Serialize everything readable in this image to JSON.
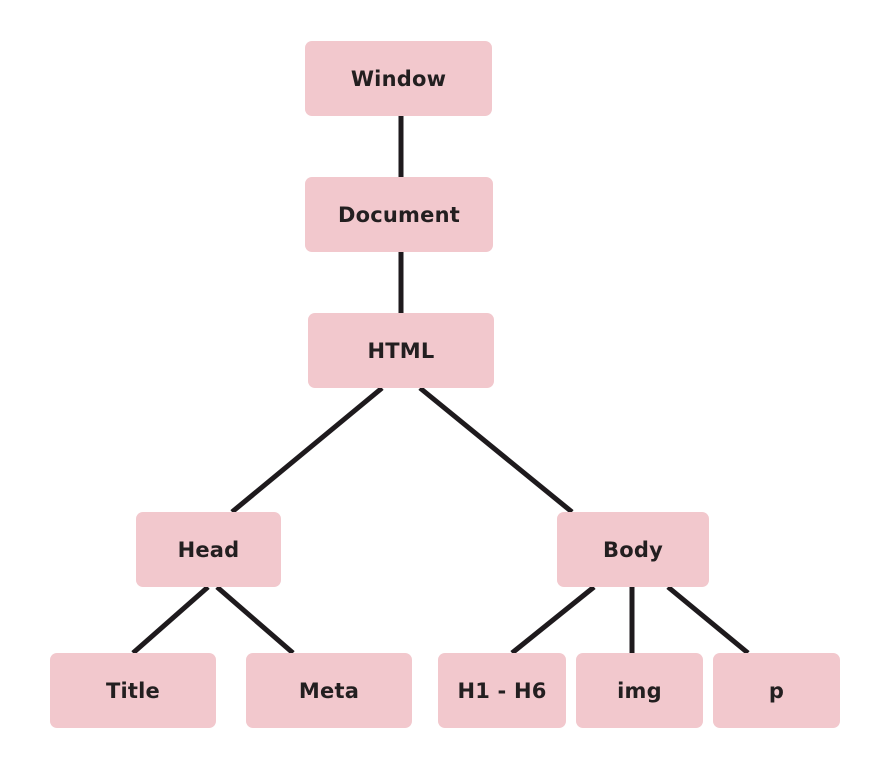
{
  "diagram": {
    "nodes": {
      "window": "Window",
      "document": "Document",
      "html": "HTML",
      "head": "Head",
      "body": "Body",
      "title": "Title",
      "meta": "Meta",
      "h1_h6": "H1 - H6",
      "img": "img",
      "p": "p"
    },
    "edges": [
      [
        "Window",
        "Document"
      ],
      [
        "Document",
        "HTML"
      ],
      [
        "HTML",
        "Head"
      ],
      [
        "HTML",
        "Body"
      ],
      [
        "Head",
        "Title"
      ],
      [
        "Head",
        "Meta"
      ],
      [
        "Body",
        "H1 - H6"
      ],
      [
        "Body",
        "img"
      ],
      [
        "Body",
        "p"
      ]
    ],
    "colors": {
      "node_fill": "#f2c8cd",
      "node_text": "#231f20",
      "connector": "#1e1a1d",
      "background": "#ffffff"
    }
  }
}
